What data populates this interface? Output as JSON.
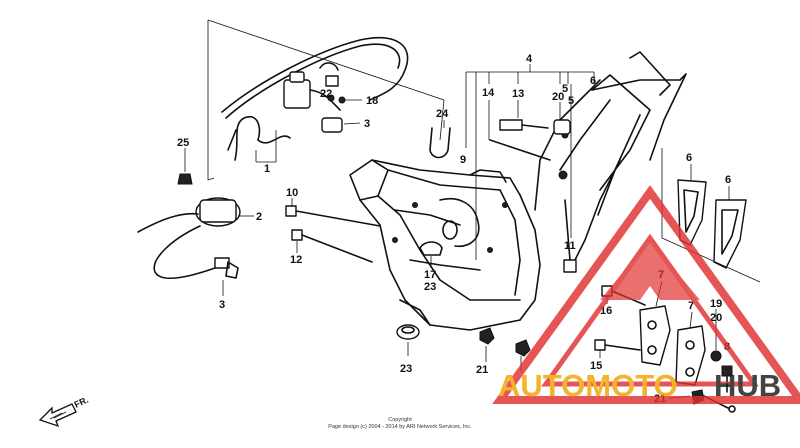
{
  "callouts": {
    "c1": "1",
    "c2": "2",
    "c3a": "3",
    "c3b": "3",
    "c4": "4",
    "c5a": "5",
    "c5b": "5",
    "c6a": "6",
    "c6b": "6",
    "c6c": "6",
    "c7a": "7",
    "c7b": "7",
    "c8": "8",
    "c9": "9",
    "c10": "10",
    "c11": "11",
    "c12": "12",
    "c13": "13",
    "c14": "14",
    "c15": "15",
    "c16": "16",
    "c17": "17",
    "c18": "18",
    "c19": "19",
    "c20a": "20",
    "c20b": "20",
    "c21a": "21",
    "c21b": "21",
    "c22": "22",
    "c23a": "23",
    "c23b": "23",
    "c24": "24",
    "c25": "25"
  },
  "direction_label": "FR.",
  "copyright": {
    "line1": "Copyright",
    "line2": "Page design (c) 2004 - 2014 by ARI Network Services, Inc."
  },
  "watermark": {
    "text_orange": "AUTOMOTO",
    "text_dark": "HUB",
    "colors": {
      "orange": "#f4a300",
      "dark": "#1a1a1a",
      "triangle": "#e03030"
    }
  }
}
